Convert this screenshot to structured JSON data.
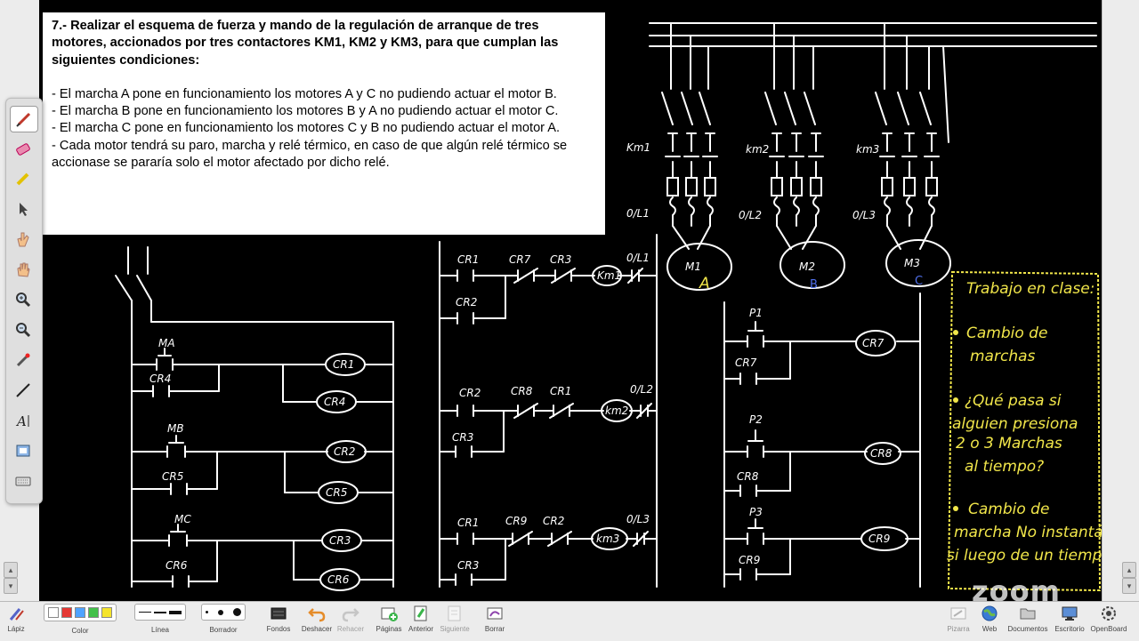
{
  "document": {
    "title": "7.- Realizar el esquema de fuerza y mando de la regulación de arranque de tres motores, accionados por tres contactores KM1, KM2 y KM3, para que cumplan las siguientes condiciones:",
    "conditions": [
      "- El marcha A pone en funcionamiento los motores A y C no pudiendo actuar el motor B.",
      "- El marcha B pone en funcionamiento los motores B y A no pudiendo actuar el motor C.",
      "- El marcha C pone en funcionamiento los motores C y B no pudiendo actuar el motor A.",
      "- Cada motor tendrá su paro, marcha y relé térmico, en caso de que algún relé térmico se accionase se pararía solo el motor afectado por dicho relé."
    ]
  },
  "power_circuit": {
    "contactors": [
      "Km1",
      "km2",
      "km3"
    ],
    "overloads": [
      "0/L1",
      "0/L2",
      "0/L3"
    ],
    "motors": [
      {
        "label": "M1",
        "sub": "A"
      },
      {
        "label": "M2",
        "sub": "B"
      },
      {
        "label": "M3",
        "sub": "C"
      }
    ]
  },
  "control_left": {
    "buttons": [
      "MA",
      "MB",
      "MC"
    ],
    "holds": [
      "CR4",
      "CR5",
      "CR6"
    ],
    "coils": [
      "CR1",
      "CR4",
      "CR2",
      "CR5",
      "CR3",
      "CR6"
    ]
  },
  "control_mid": {
    "rungs": [
      {
        "c1": "CR1",
        "c2": "CR7",
        "c3": "CR3",
        "alt": "CR2",
        "coil": "Km1",
        "ol": "0/L1"
      },
      {
        "c1": "CR2",
        "c2": "CR8",
        "c3": "CR1",
        "alt": "CR3",
        "coil": "km2",
        "ol": "0/L2"
      },
      {
        "c1": "CR1",
        "c2": "CR9",
        "c3": "CR2",
        "alt": "CR3",
        "coil": "km3",
        "ol": "0/L3"
      }
    ]
  },
  "control_right": {
    "rungs": [
      {
        "push": "P1",
        "hold": "CR7",
        "coil": "CR7"
      },
      {
        "push": "P2",
        "hold": "CR8",
        "coil": "CR8"
      },
      {
        "push": "P3",
        "hold": "CR9",
        "coil": "CR9"
      }
    ]
  },
  "notes": {
    "heading": "Trabajo en clase:",
    "items": [
      {
        "line1": "Cambio de",
        "line2": "marchas"
      },
      {
        "line1": "¿Qué pasa si",
        "line2": "alguien presiona",
        "line3": "2 o 3 Marchas",
        "line4": "al tiempo?"
      },
      {
        "line1": "Cambio de",
        "line2": "marcha No instantáneo",
        "line3": "si luego de un tiempo"
      }
    ]
  },
  "watermark": "zoom",
  "toolbar": {
    "pen_label": "Lápiz",
    "color_label": "Color",
    "line_label": "Línea",
    "eraser_label": "Borrador",
    "background_label": "Fondos",
    "undo_label": "Deshacer",
    "redo_label": "Rehacer",
    "pages_label": "Páginas",
    "previous_label": "Anterior",
    "next_label": "Siguiente",
    "delete_label": "Borrar",
    "board_label": "Pizarra",
    "web_label": "Web",
    "documents_label": "Documentos",
    "desktop_label": "Escritorio",
    "openboard_label": "OpenBoard",
    "colors": [
      "#ffffff",
      "#e53935",
      "#4fa3ff",
      "#43c04a",
      "#f5e42c"
    ]
  }
}
